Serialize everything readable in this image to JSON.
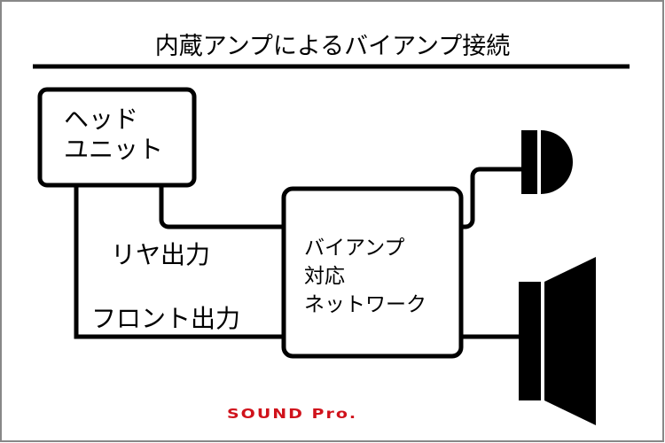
{
  "title": "内蔵アンプによるバイアンプ接続",
  "head_unit": {
    "line1": "ヘッド",
    "line2": "ユニット"
  },
  "rear_output": "リヤ出力",
  "front_output": "フロント出力",
  "amp": {
    "line1": "バイアンプ",
    "line2": "対応",
    "line3": "ネットワーク"
  },
  "logo": "SOUND Pro.",
  "colors": {
    "logo": "#d0121b",
    "line": "#000000",
    "border": "#888888"
  }
}
